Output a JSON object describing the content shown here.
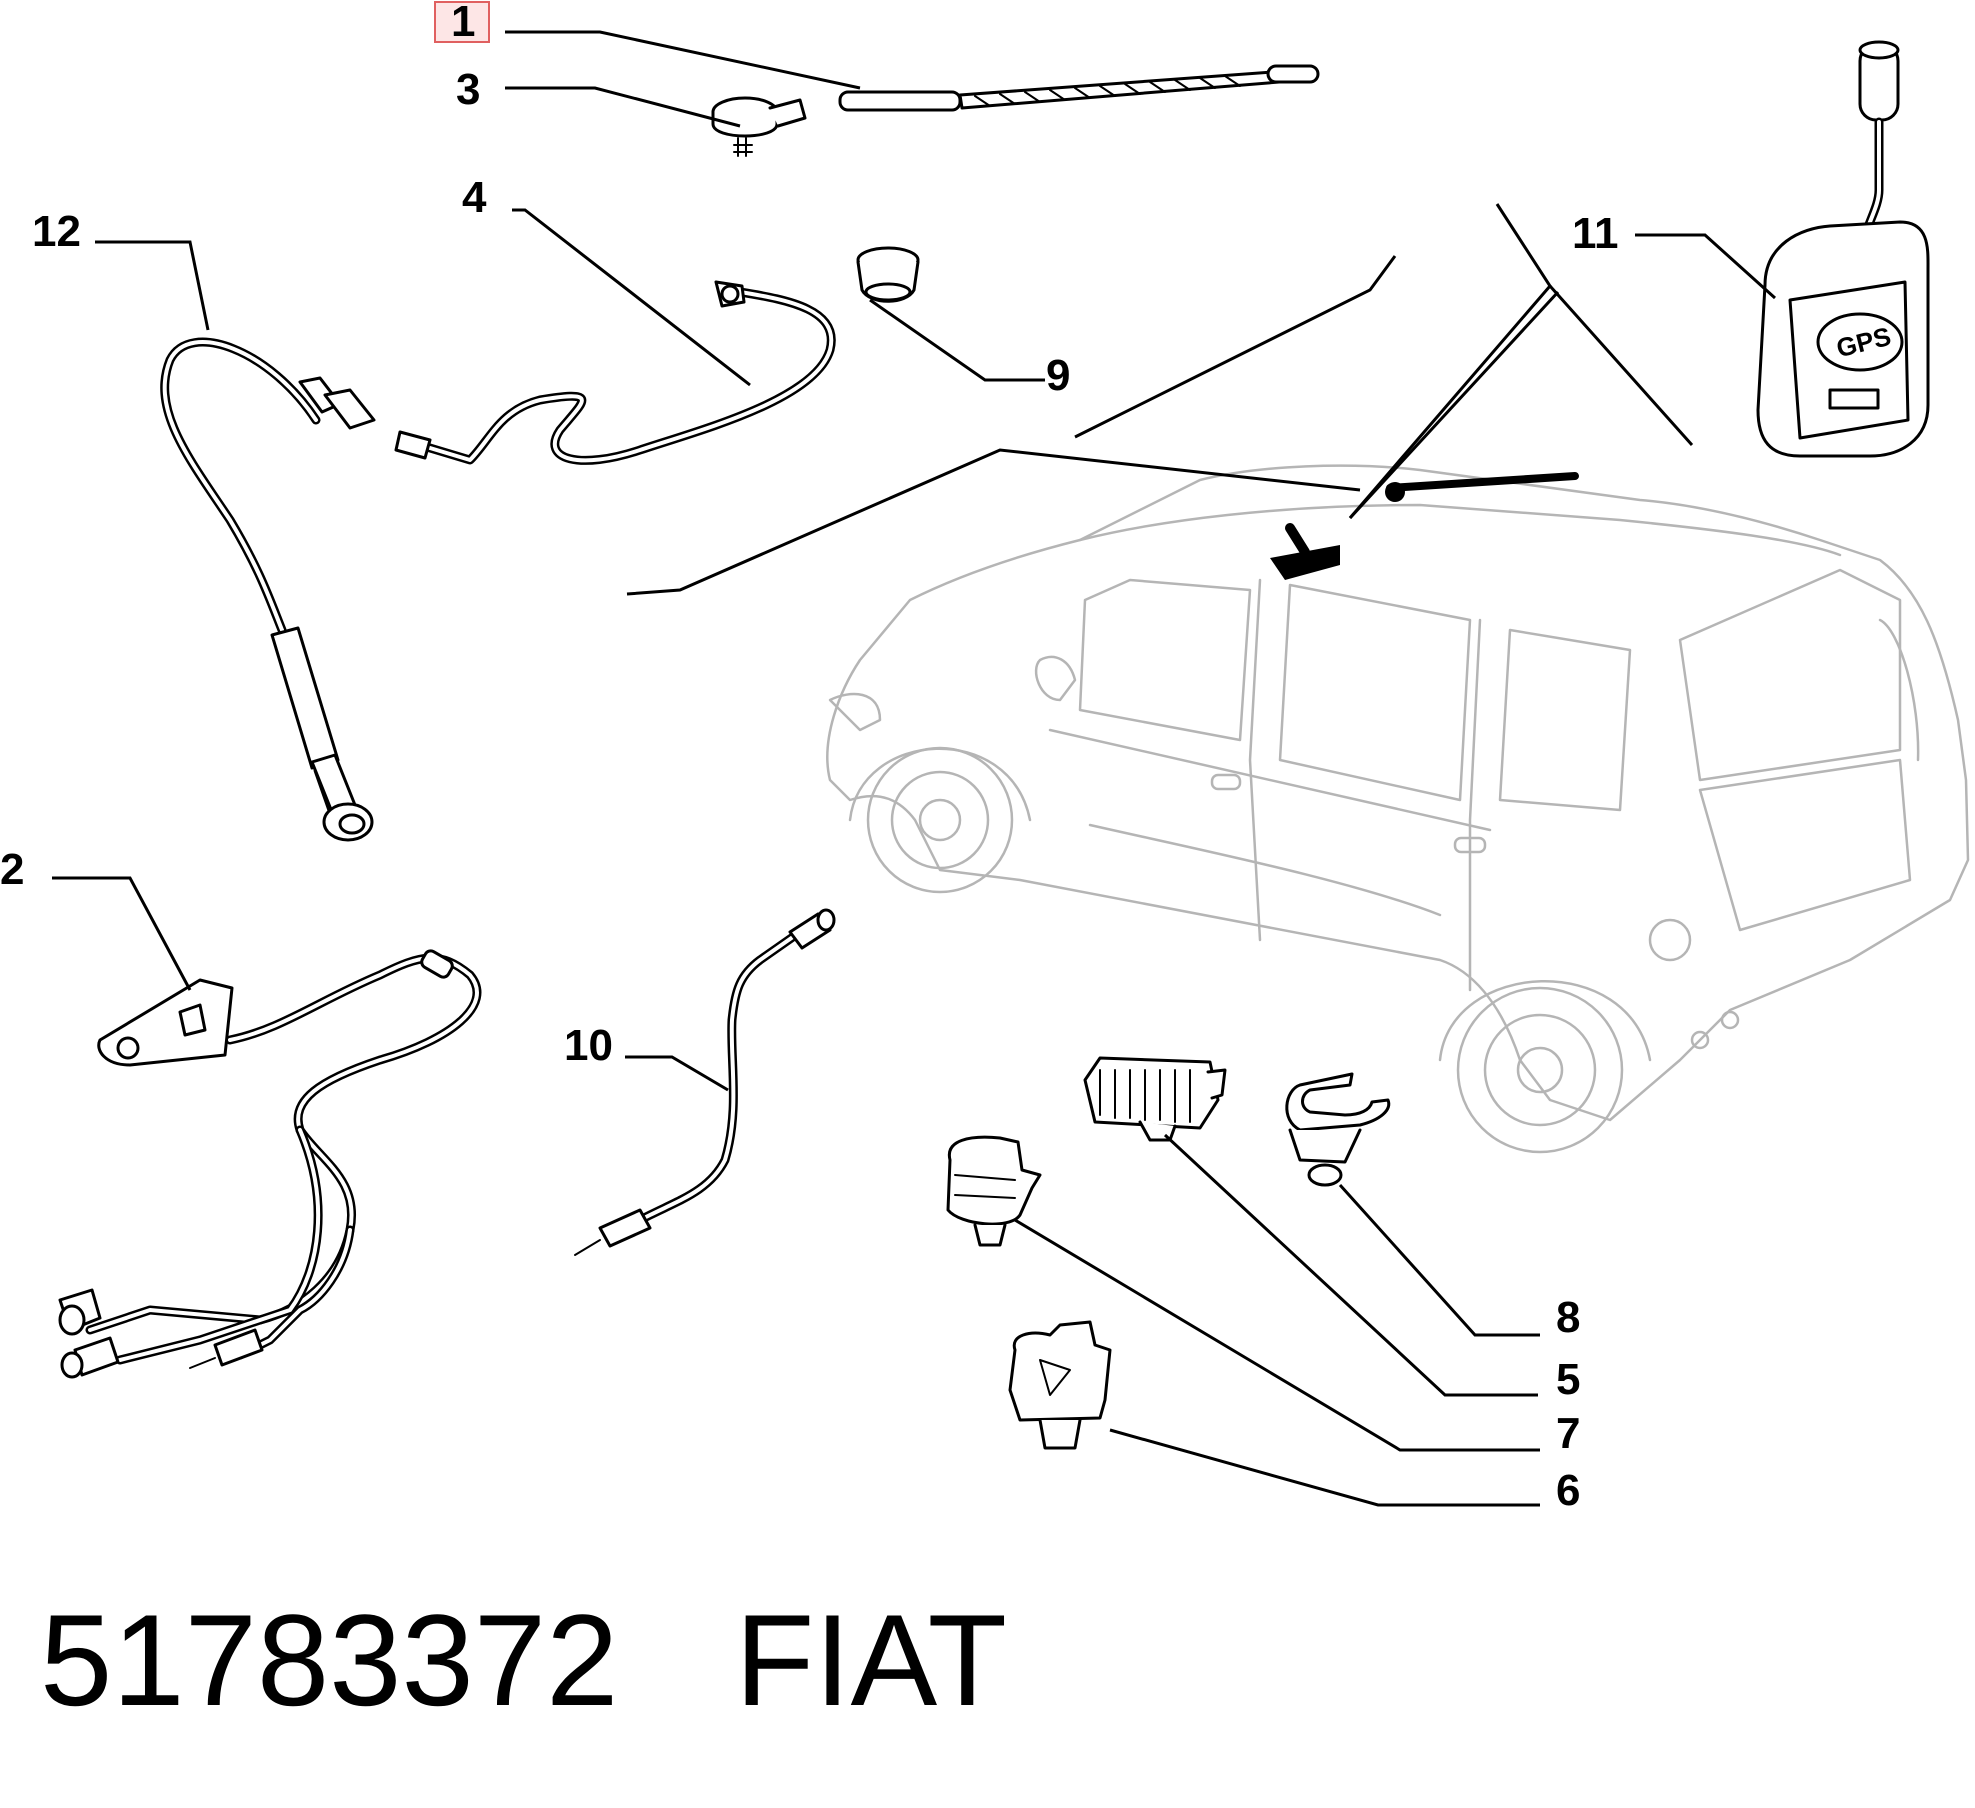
{
  "callouts": {
    "c1": "1",
    "c2": "2",
    "c3": "3",
    "c4": "4",
    "c5": "5",
    "c6": "6",
    "c7": "7",
    "c8": "8",
    "c9": "9",
    "c10": "10",
    "c11": "11",
    "c12": "12"
  },
  "gps_label": "GPS",
  "footer": {
    "part_number": "51783372",
    "brand": "FIAT"
  },
  "colors": {
    "highlight_fill": "#fde6e6",
    "highlight_border": "#e06060",
    "car_outline": "#b5b5b5"
  }
}
